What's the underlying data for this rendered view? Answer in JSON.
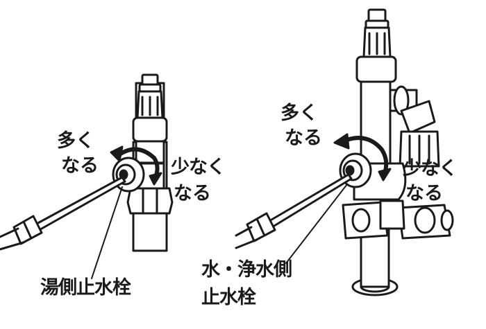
{
  "left_figure": {
    "more_label": [
      "多く",
      "なる"
    ],
    "less_label": [
      "少なく",
      "なる"
    ],
    "valve_name": "湯側止水栓"
  },
  "right_figure": {
    "more_label": [
      "多く",
      "なる"
    ],
    "less_label": [
      "少なく",
      "なる"
    ],
    "valve_name": [
      "水・浄水側",
      "止水栓"
    ]
  },
  "colors": {
    "stroke": "#1a1a1a",
    "fill": "#ffffff",
    "shade": "#d9d9d9"
  }
}
